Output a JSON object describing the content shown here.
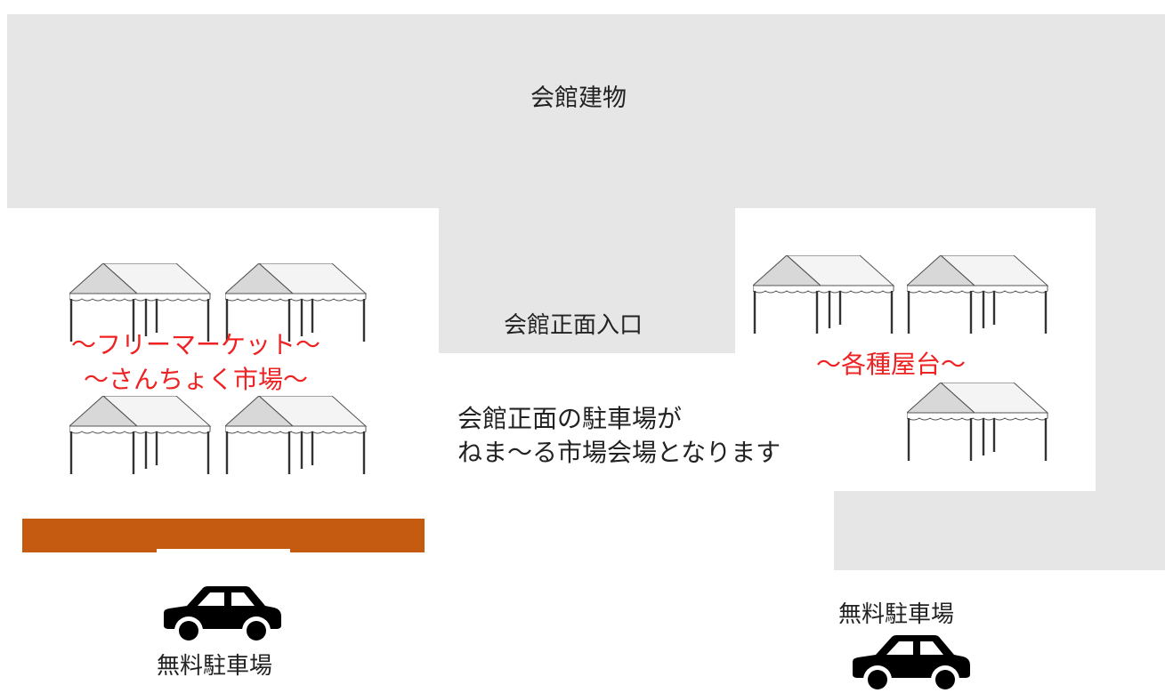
{
  "building": {
    "label": "会館建物"
  },
  "entrance": {
    "label": "会館正面入口"
  },
  "center_note": {
    "text": "会館正面の駐車場が\nねま〜る市場会場となります"
  },
  "flea_market": {
    "line1": "〜フリーマーケット〜",
    "line2": "〜さんちょく市場〜"
  },
  "stalls": {
    "label": "〜各種屋台〜"
  },
  "parking": {
    "left_label": "無料駐車場",
    "right_label": "無料駐車場"
  },
  "colors": {
    "accent_red": "#ee2222",
    "orange_bar": "#c55a11",
    "gray_block": "#e6e6e6",
    "car": "#000000"
  },
  "icons": {
    "tent": "tent-icon",
    "car": "car-icon"
  }
}
